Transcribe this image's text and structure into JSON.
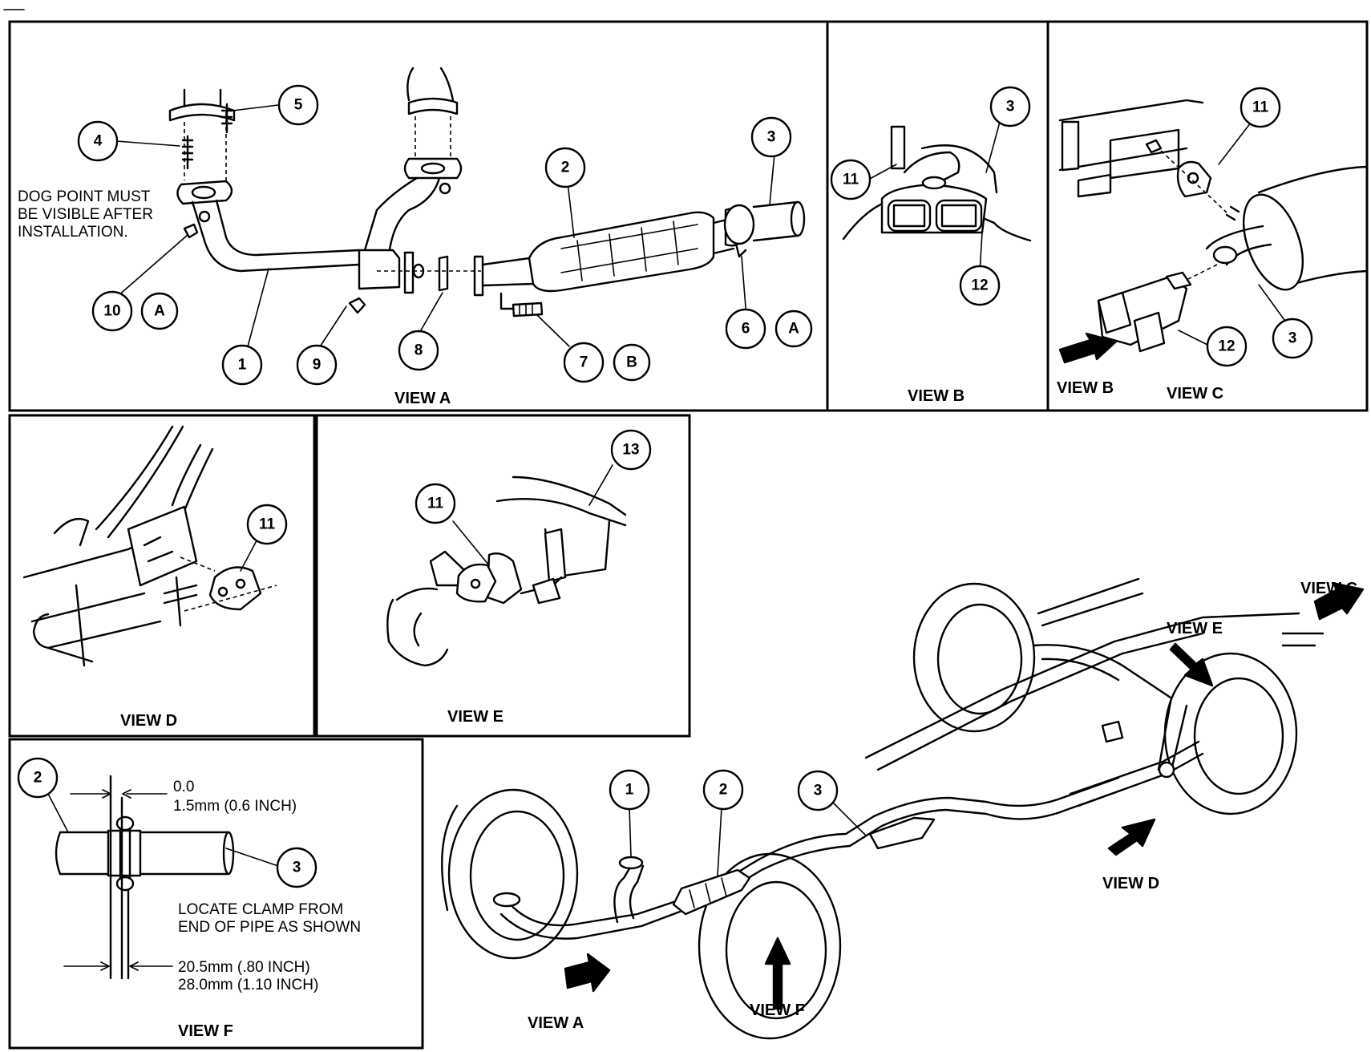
{
  "views": {
    "a": "VIEW A",
    "b": "VIEW B",
    "c": "VIEW C",
    "d": "VIEW D",
    "e": "VIEW E",
    "f": "VIEW F"
  },
  "overview_labels": {
    "view_a": "VIEW A",
    "view_b": "VIEW B",
    "view_c": "VIEW C",
    "view_d": "VIEW D",
    "view_e": "VIEW E",
    "view_f": "VIEW F"
  },
  "notes": {
    "dog_point_1": "DOG POINT MUST",
    "dog_point_2": "BE VISIBLE AFTER",
    "dog_point_3": "INSTALLATION.",
    "clamp_1": "LOCATE CLAMP FROM",
    "clamp_2": "END OF PIPE AS SHOWN"
  },
  "dimensions": {
    "gap_1": "0.0",
    "gap_2": "1.5mm (0.6 INCH)",
    "dist_1": "20.5mm (.80 INCH)",
    "dist_2": "28.0mm (1.10 INCH)"
  },
  "callouts": {
    "n1": "1",
    "n2": "2",
    "n3": "3",
    "n4": "4",
    "n5": "5",
    "n6": "6",
    "n7": "7",
    "n8": "8",
    "n9": "9",
    "n10": "10",
    "n11": "11",
    "n12": "12",
    "n13": "13",
    "letter_a": "A",
    "letter_b": "B"
  }
}
